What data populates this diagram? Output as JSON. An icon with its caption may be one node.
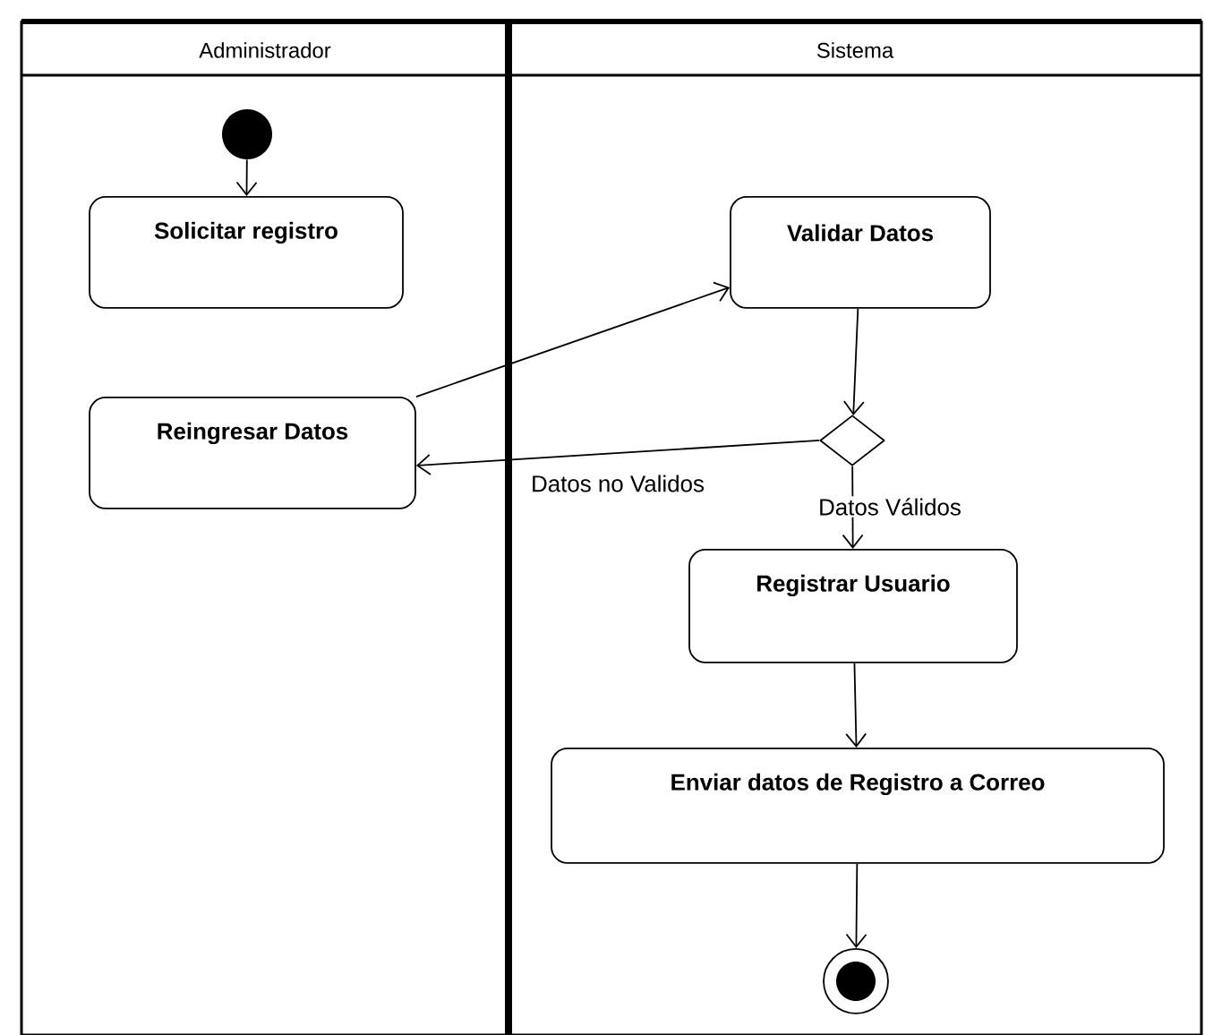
{
  "diagram": {
    "nodes": [
      {
        "text": [
          "Administrador"
        ]
      },
      {
        "text": [
          "Sistema"
        ]
      },
      {
        "text": [],
        "shape": "circle",
        "in": 0
      },
      {
        "text": [
          "Solicitar registro"
        ],
        "in": 0
      },
      {
        "text": [
          "Reingresar Datos"
        ],
        "in": 0
      },
      {
        "text": [
          "Validar Datos"
        ],
        "in": 1
      },
      {
        "text": [],
        "shape": "diamond",
        "in": 1
      },
      {
        "text": [
          "Registrar Usuario"
        ],
        "in": 1
      },
      {
        "text": [
          "Enviar datos de Registro a Correo"
        ],
        "in": 1
      },
      {
        "text": [],
        "shape": "circle",
        "in": 1
      }
    ],
    "edges": [
      {
        "from": 2,
        "to": 3,
        "arrow": "to"
      },
      {
        "from": 4,
        "to": 5,
        "arrow": "to"
      },
      {
        "from": 5,
        "to": 6,
        "arrow": "to"
      },
      {
        "from": 6,
        "to": 4,
        "arrow": "to",
        "label": "Datos no Validos"
      },
      {
        "from": 6,
        "to": 7,
        "arrow": "to",
        "label": "Datos Válidos"
      },
      {
        "from": 7,
        "to": 8,
        "arrow": "to"
      },
      {
        "from": 8,
        "to": 9,
        "arrow": "to"
      }
    ]
  }
}
